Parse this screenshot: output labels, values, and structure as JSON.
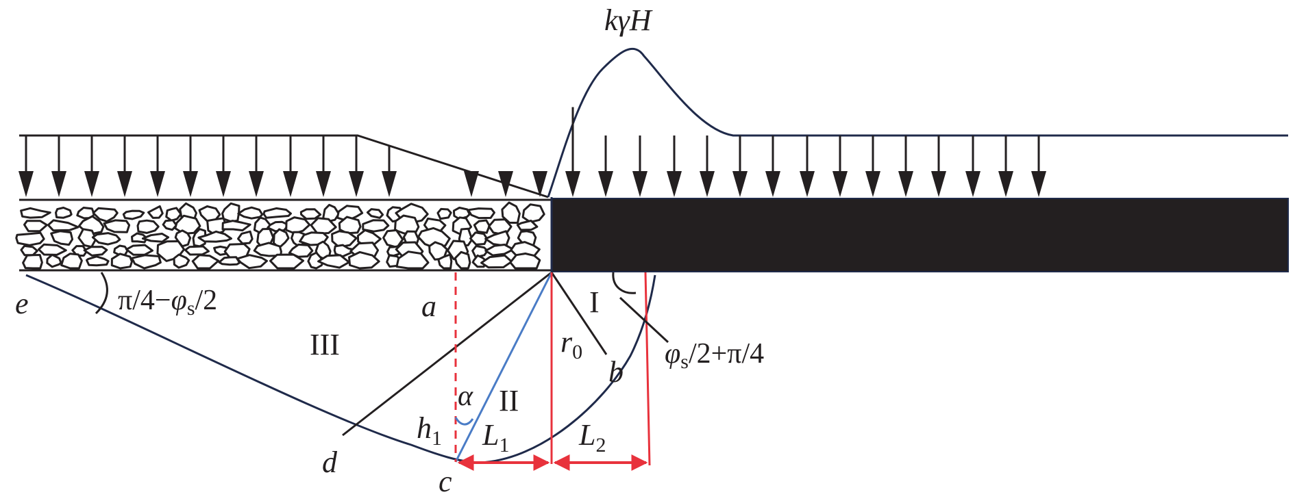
{
  "labels": {
    "load": "kγH",
    "region1": "I",
    "region2": "II",
    "region3": "III",
    "point_a": "a",
    "point_b": "b",
    "point_c": "c",
    "point_d": "d",
    "point_e": "e",
    "r0": "r",
    "r0_sub": "0",
    "alpha": "α",
    "h1": "h",
    "h1_sub": "1",
    "L1": "L",
    "L1_sub": "1",
    "L2": "L",
    "L2_sub": "2",
    "angle_left_pre": "π/4−",
    "angle_left_phi": "φ",
    "angle_left_sub": "s",
    "angle_left_post": "/2",
    "angle_right_phi": "φ",
    "angle_right_sub": "s",
    "angle_right_post": "/2+π/4"
  },
  "colors": {
    "ink": "#231f20",
    "navy": "#1f2a4a",
    "red": "#e8323c",
    "blue": "#4a7cc6",
    "coal": "#231f20"
  },
  "arrow_x": {
    "left": [
      38,
      86,
      134,
      182,
      230,
      278,
      326,
      374,
      424,
      472,
      520,
      568
    ],
    "peak": [
      688,
      738,
      788,
      836
    ],
    "right": [
      884,
      934,
      984,
      1032,
      1080,
      1128,
      1178,
      1226,
      1274,
      1322,
      1370,
      1420,
      1468,
      1516
    ]
  }
}
